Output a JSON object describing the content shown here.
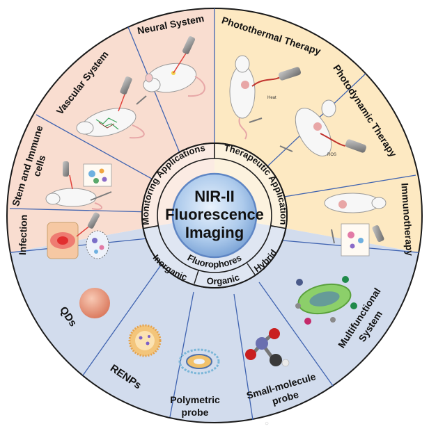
{
  "center": {
    "line1": "NIR-II",
    "line2": "Fluorescence",
    "line3": "Imaging"
  },
  "ring": {
    "monitoring": "Monitoring Applications",
    "therapeutic": "Therapeutic Application",
    "fluorophores": "Fluorophores",
    "inorganic": "Inorganic",
    "organic": "Organic",
    "hybrid": "Hybrid"
  },
  "segments": {
    "neural": "Neural System",
    "photothermal": "Photothermal Therapy",
    "photodynamic": "Photodynamic Therapy",
    "immuno": "Immunotherapy",
    "vascular": "Vascular System",
    "stem_line1": "Stem and Immune",
    "stem_line2": "cells",
    "infection": "Infection",
    "qds": "QDs",
    "renps": "RENPs",
    "polymetric_line1": "Polymetric",
    "polymetric_line2": "probe",
    "small_line1": "Small-molecule",
    "small_line2": "probe",
    "multi_line1": "Multifunctional",
    "multi_line2": "System"
  },
  "annotations": {
    "heat": "Heat",
    "ros": "ROS"
  },
  "colors": {
    "monitoring_bg": "#f9ddd0",
    "therapy_bg": "#fde9c2",
    "fluorophore_bg": "#d2dced",
    "divider": "#3f63b0",
    "center_fill": "#aecbec"
  }
}
